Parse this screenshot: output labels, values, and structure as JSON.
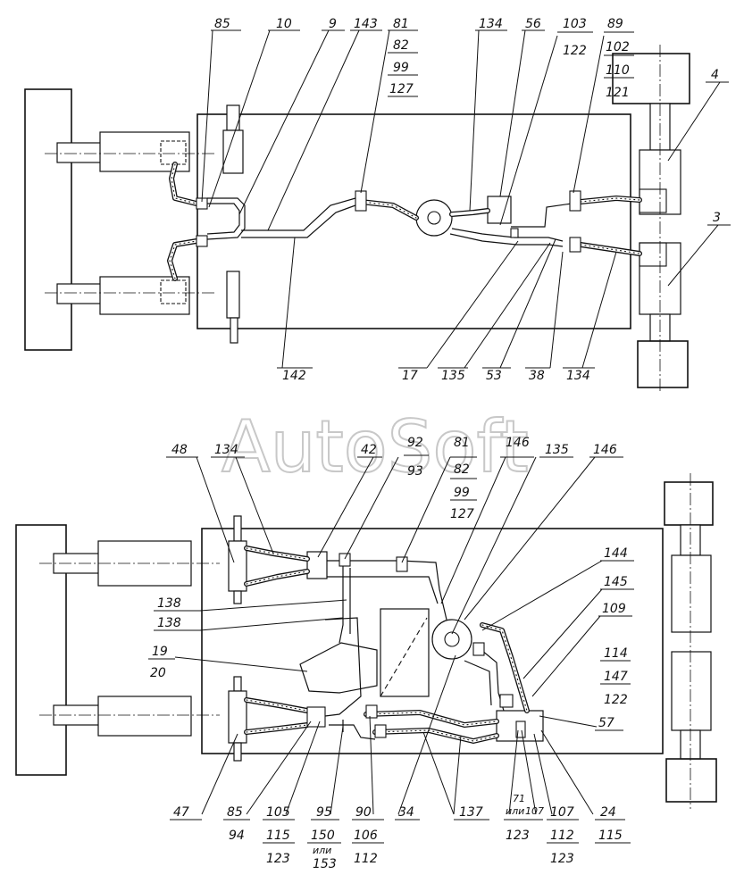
{
  "watermark": "AutoSoft",
  "top_view": {
    "labels": {
      "l85": "85",
      "l10": "10",
      "l9": "9",
      "l143": "143",
      "l81": "81",
      "l82": "82",
      "l99": "99",
      "l127": "127",
      "l134a": "134",
      "l56": "56",
      "l103": "103",
      "l122": "122",
      "l89": "89",
      "l102": "102",
      "l110": "110",
      "l121": "121",
      "l4": "4",
      "l3": "3",
      "l142": "142",
      "l17": "17",
      "l135": "135",
      "l53": "53",
      "l38": "38",
      "l134b": "134"
    }
  },
  "bottom_view": {
    "labels": {
      "l48": "48",
      "l134": "134",
      "l42": "42",
      "l92": "92",
      "l93": "93",
      "l81": "81",
      "l82": "82",
      "l99": "99",
      "l127": "127",
      "l146a": "146",
      "l135": "135",
      "l146b": "146",
      "l138a": "138",
      "l138b": "138",
      "l19": "19",
      "l20": "20",
      "l144": "144",
      "l145": "145",
      "l109": "109",
      "l114": "114",
      "l147": "147",
      "l122": "122",
      "l57": "57",
      "l47": "47",
      "l85": "85",
      "l94": "94",
      "l105": "105",
      "l115": "115",
      "l123a": "123",
      "l95": "95",
      "l150": "150",
      "l_or1": "или",
      "l153": "153",
      "l90": "90",
      "l106": "106",
      "l112a": "112",
      "l34": "34",
      "l137": "137",
      "l71": "71",
      "l_or2": "или",
      "l107a": "107",
      "l123b": "123",
      "l107b": "107",
      "l112b": "112",
      "l123c": "123",
      "l24": "24",
      "l115b": "115"
    }
  }
}
